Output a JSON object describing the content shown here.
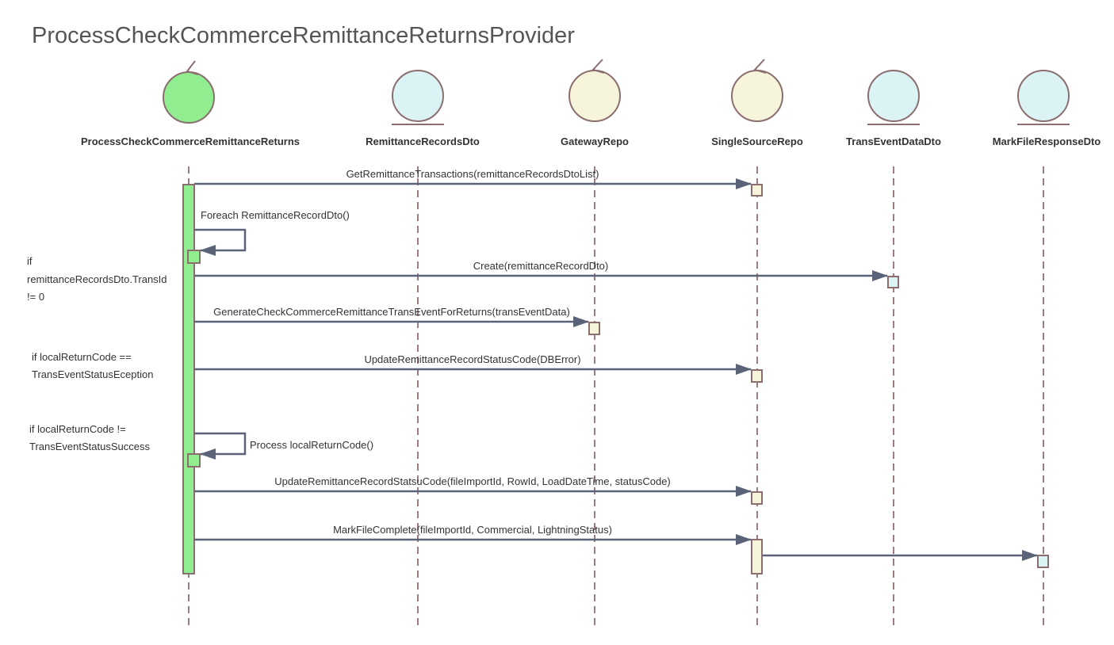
{
  "diagram": {
    "title": "ProcessCheckCommerceRemittanceReturnsProvider",
    "participants": [
      {
        "name": "ProcessCheckCommerceRemittanceReturns",
        "stereotype": "control",
        "color": "#90ee90"
      },
      {
        "name": "RemittanceRecordsDto",
        "stereotype": "entity",
        "color": "#dcf3f5"
      },
      {
        "name": "GatewayRepo",
        "stereotype": "control",
        "color": "#f7f4dc"
      },
      {
        "name": "SingleSourceRepo",
        "stereotype": "control",
        "color": "#f7f4dc"
      },
      {
        "name": "TransEventDataDto",
        "stereotype": "entity",
        "color": "#dcf3f5"
      },
      {
        "name": "MarkFileResponseDto",
        "stereotype": "entity",
        "color": "#dcf3f5"
      }
    ],
    "messages": [
      {
        "label": "GetRemittanceTransactions(remittanceRecordsDtoList)",
        "from": "ProcessCheckCommerceRemittanceReturns",
        "to": "SingleSourceRepo"
      },
      {
        "label": "Foreach RemittanceRecordDto()",
        "from": "ProcessCheckCommerceRemittanceReturns",
        "to": "ProcessCheckCommerceRemittanceReturns"
      },
      {
        "label": "Create(remittanceRecordDto)",
        "from": "ProcessCheckCommerceRemittanceReturns",
        "to": "TransEventDataDto"
      },
      {
        "label": "GenerateCheckCommerceRemittanceTransEventForReturns(transEventData)",
        "from": "ProcessCheckCommerceRemittanceReturns",
        "to": "GatewayRepo"
      },
      {
        "label": "UpdateRemittanceRecordStatusCode(DBError)",
        "from": "ProcessCheckCommerceRemittanceReturns",
        "to": "SingleSourceRepo"
      },
      {
        "label": "Process localReturnCode()",
        "from": "ProcessCheckCommerceRemittanceReturns",
        "to": "ProcessCheckCommerceRemittanceReturns"
      },
      {
        "label": "UpdateRemittanceRecordStatsuCode(fileImportId, RowId, LoadDateTime, statusCode)",
        "from": "ProcessCheckCommerceRemittanceReturns",
        "to": "SingleSourceRepo"
      },
      {
        "label": "MarkFileComplete(fileImportId, Commercial, LightningStatus)",
        "from": "ProcessCheckCommerceRemittanceReturns",
        "to": "SingleSourceRepo"
      },
      {
        "label": "",
        "from": "SingleSourceRepo",
        "to": "MarkFileResponseDto"
      }
    ],
    "guards": [
      {
        "lines": [
          "if",
          "remittanceRecordsDto.TransId",
          "!= 0"
        ]
      },
      {
        "lines": [
          "if localReturnCode ==",
          "TransEventStatusEception"
        ]
      },
      {
        "lines": [
          "if localReturnCode !=",
          "TransEventStatusSuccess"
        ]
      }
    ],
    "colors": {
      "lifeline": "#9b7d7d",
      "arrow": "#5a6378",
      "activation_outline": "#8b6f6f",
      "circle_outline": "#8b6f6f"
    }
  }
}
